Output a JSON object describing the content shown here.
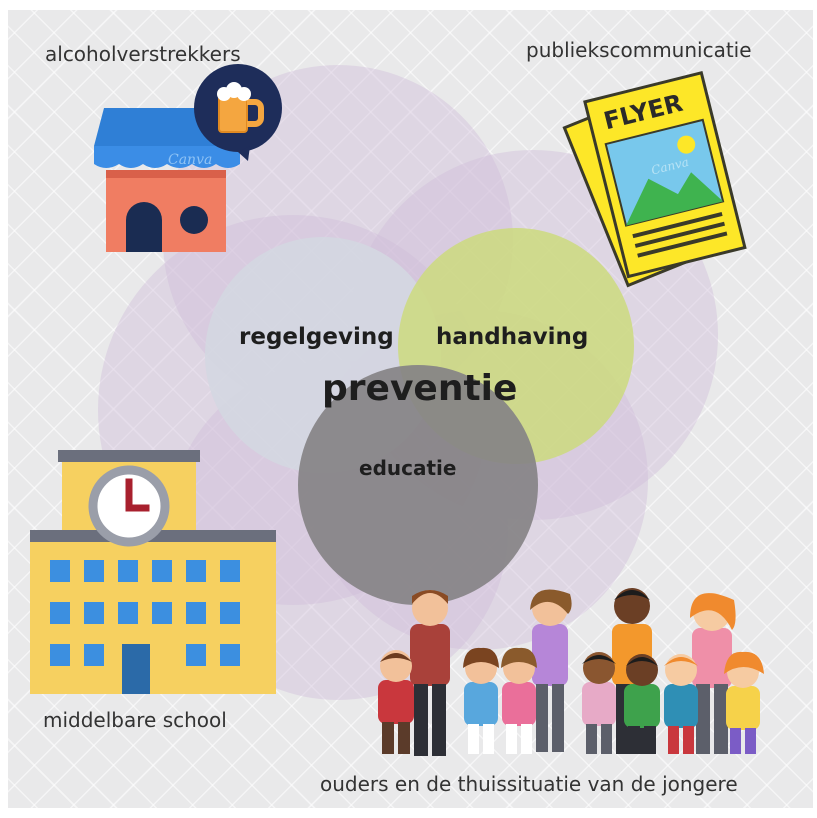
{
  "labels": {
    "alcohol_sellers": "alcoholverstrekkers",
    "public_communication": "publiekscommunicatie",
    "high_school": "middelbare school",
    "parents": "ouders en de thuissituatie van de jongere"
  },
  "venn": {
    "regulation": "regelgeving",
    "enforcement": "handhaving",
    "prevention": "preventie",
    "education": "educatie"
  },
  "flyer": {
    "title": "FLYER",
    "watermark": "Canva"
  },
  "shop": {
    "watermark": "Canva"
  },
  "colors": {
    "background": "#e9e9ea",
    "outer_circles": "#d6c6dd",
    "regulation_circle": "#d3d6df",
    "enforcement_circle": "#cfdc88",
    "education_circle": "#8c8a8e",
    "flyer_yellow": "#fde728",
    "shop_blue": "#2f7fd6",
    "shop_wall": "#f07d62",
    "school_yellow": "#f6d060",
    "school_window": "#3c8fe0"
  },
  "icons": [
    "beer-icon",
    "shop-icon",
    "flyer-icon",
    "school-icon",
    "clock-icon",
    "people-group-icon"
  ]
}
